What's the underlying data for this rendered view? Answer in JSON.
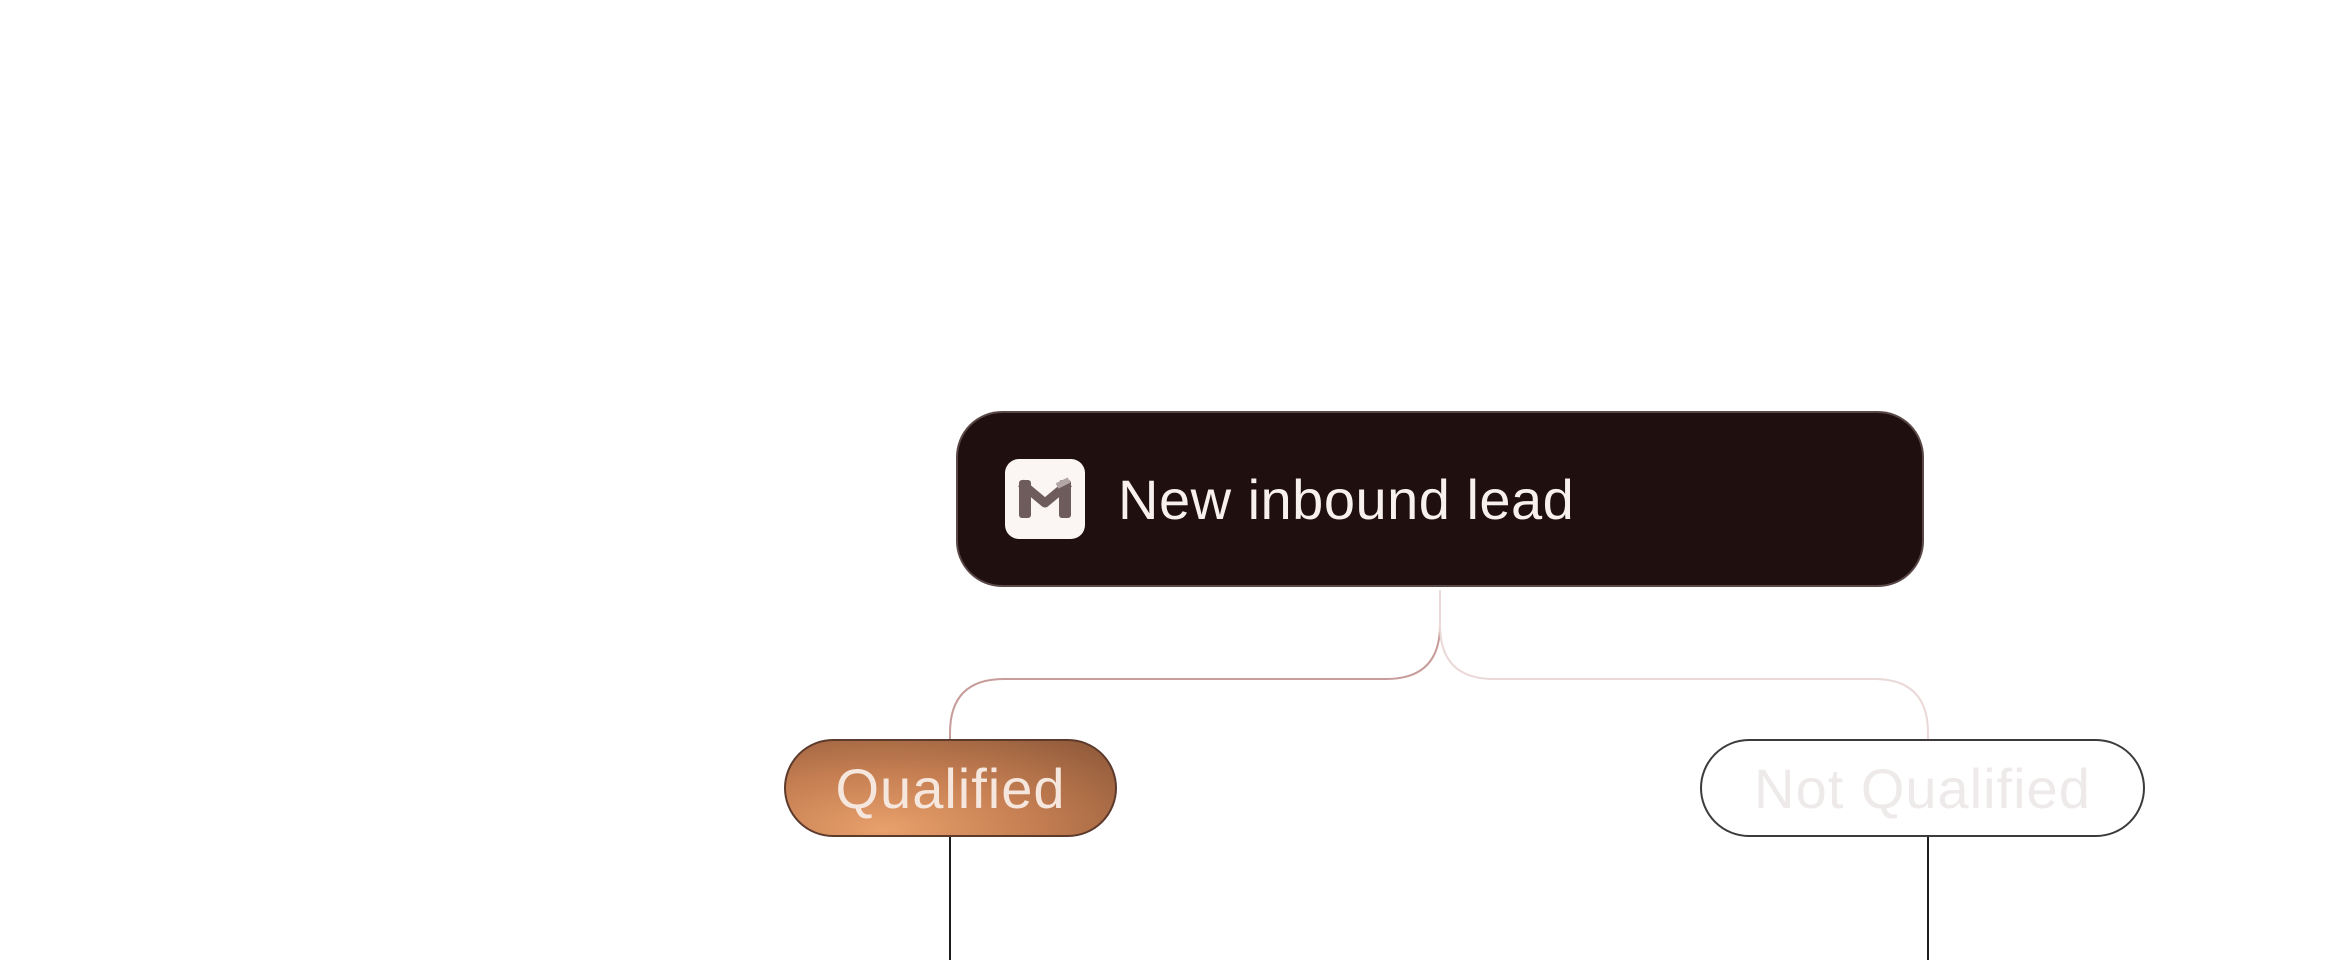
{
  "trigger": {
    "label": "New inbound lead",
    "icon": "gmail-icon"
  },
  "branches": [
    {
      "label": "Qualified",
      "state": "active",
      "color": "#c67f52"
    },
    {
      "label": "Not Qualified",
      "state": "inactive",
      "color": "#eeeaea"
    }
  ],
  "colors": {
    "node_background": "#1f0f0e",
    "active_connector": "#c79d9b",
    "inactive_connector": "#ead9d8"
  }
}
